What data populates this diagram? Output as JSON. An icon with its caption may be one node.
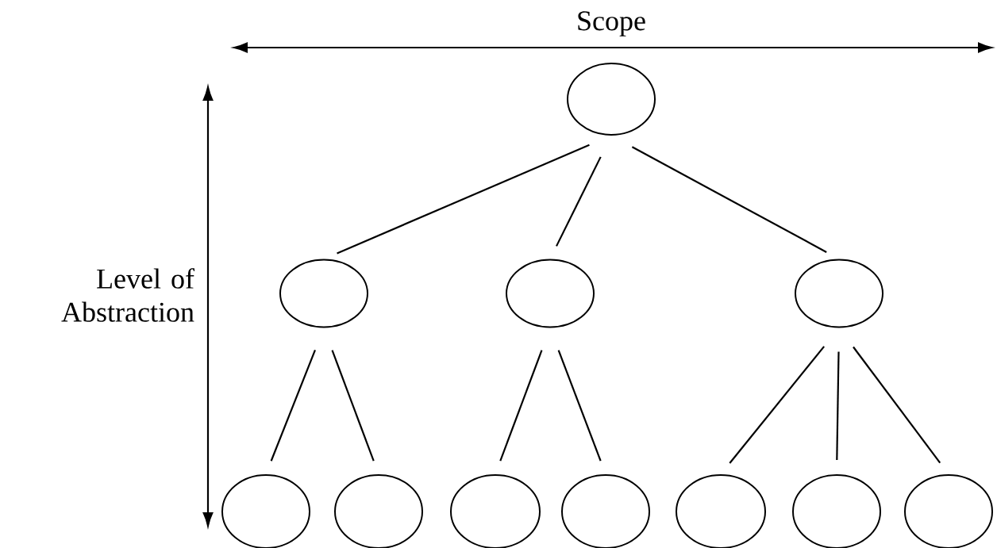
{
  "diagram": {
    "nodes": [
      {
        "text": [],
        "shape": "ellipse"
      },
      {
        "text": [],
        "shape": "ellipse"
      },
      {
        "text": [],
        "shape": "ellipse"
      },
      {
        "text": [],
        "shape": "ellipse"
      },
      {
        "text": [],
        "shape": "ellipse"
      },
      {
        "text": [],
        "shape": "ellipse"
      },
      {
        "text": [],
        "shape": "ellipse"
      },
      {
        "text": [],
        "shape": "ellipse"
      },
      {
        "text": [],
        "shape": "ellipse"
      },
      {
        "text": [],
        "shape": "ellipse"
      },
      {
        "text": [],
        "shape": "ellipse"
      }
    ],
    "edges": [
      {
        "from": 0,
        "to": 1,
        "arrow": "none"
      },
      {
        "from": 0,
        "to": 2,
        "arrow": "none"
      },
      {
        "from": 0,
        "to": 3,
        "arrow": "none"
      },
      {
        "from": 1,
        "to": 4,
        "arrow": "none"
      },
      {
        "from": 1,
        "to": 5,
        "arrow": "none"
      },
      {
        "from": 2,
        "to": 6,
        "arrow": "none"
      },
      {
        "from": 2,
        "to": 7,
        "arrow": "none"
      },
      {
        "from": 3,
        "to": 8,
        "arrow": "none"
      },
      {
        "from": 3,
        "to": 9,
        "arrow": "none"
      },
      {
        "from": 3,
        "to": 10,
        "arrow": "none"
      }
    ],
    "labels": [
      "Scope",
      "Level of Abstraction"
    ]
  }
}
